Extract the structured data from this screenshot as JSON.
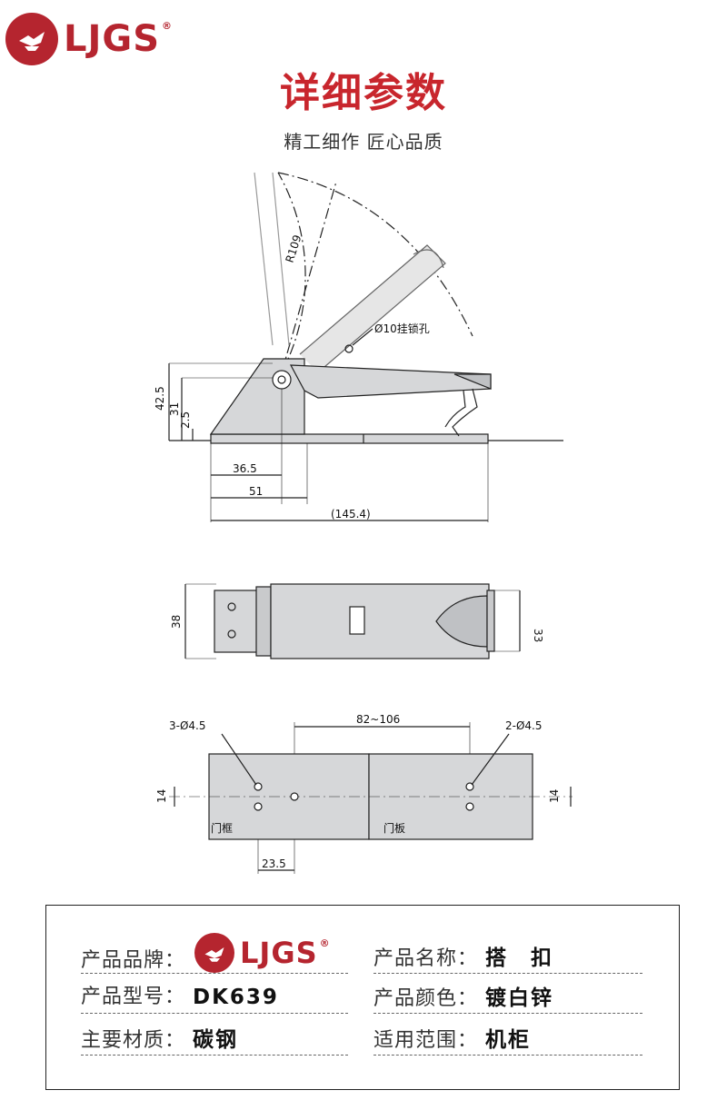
{
  "brand": {
    "name": "LJGS",
    "reg_mark": "®"
  },
  "header": {
    "title": "详细参数",
    "subtitle": "精工细作 匠心品质"
  },
  "side_view": {
    "radius": "R109",
    "hole": "Ø10挂锁孔",
    "h1": "42.5",
    "h2": "31",
    "h3": "2.5",
    "w1": "36.5",
    "w2": "51",
    "w3": "(145.4)"
  },
  "top_view": {
    "left": "38",
    "right": "33"
  },
  "hole_view": {
    "left_holes": "3-Ø4.5",
    "right_holes": "2-Ø4.5",
    "span": "82~106",
    "left_pitch": "14",
    "right_pitch": "14",
    "offset": "23.5",
    "frame_label": "门框",
    "door_label": "门板"
  },
  "specs": {
    "brand_label": "产品品牌：",
    "model_label": "产品型号：",
    "model_value": "DK639",
    "material_label": "主要材质：",
    "material_value": "碳钢",
    "name_label": "产品名称：",
    "name_value": "搭　扣",
    "color_label": "产品颜色：",
    "color_value": "镀白锌",
    "usage_label": "适用范围：",
    "usage_value": "机柜"
  },
  "colors": {
    "accent": "#c8262d",
    "metal": "#d6d7d9",
    "line": "#222222"
  }
}
